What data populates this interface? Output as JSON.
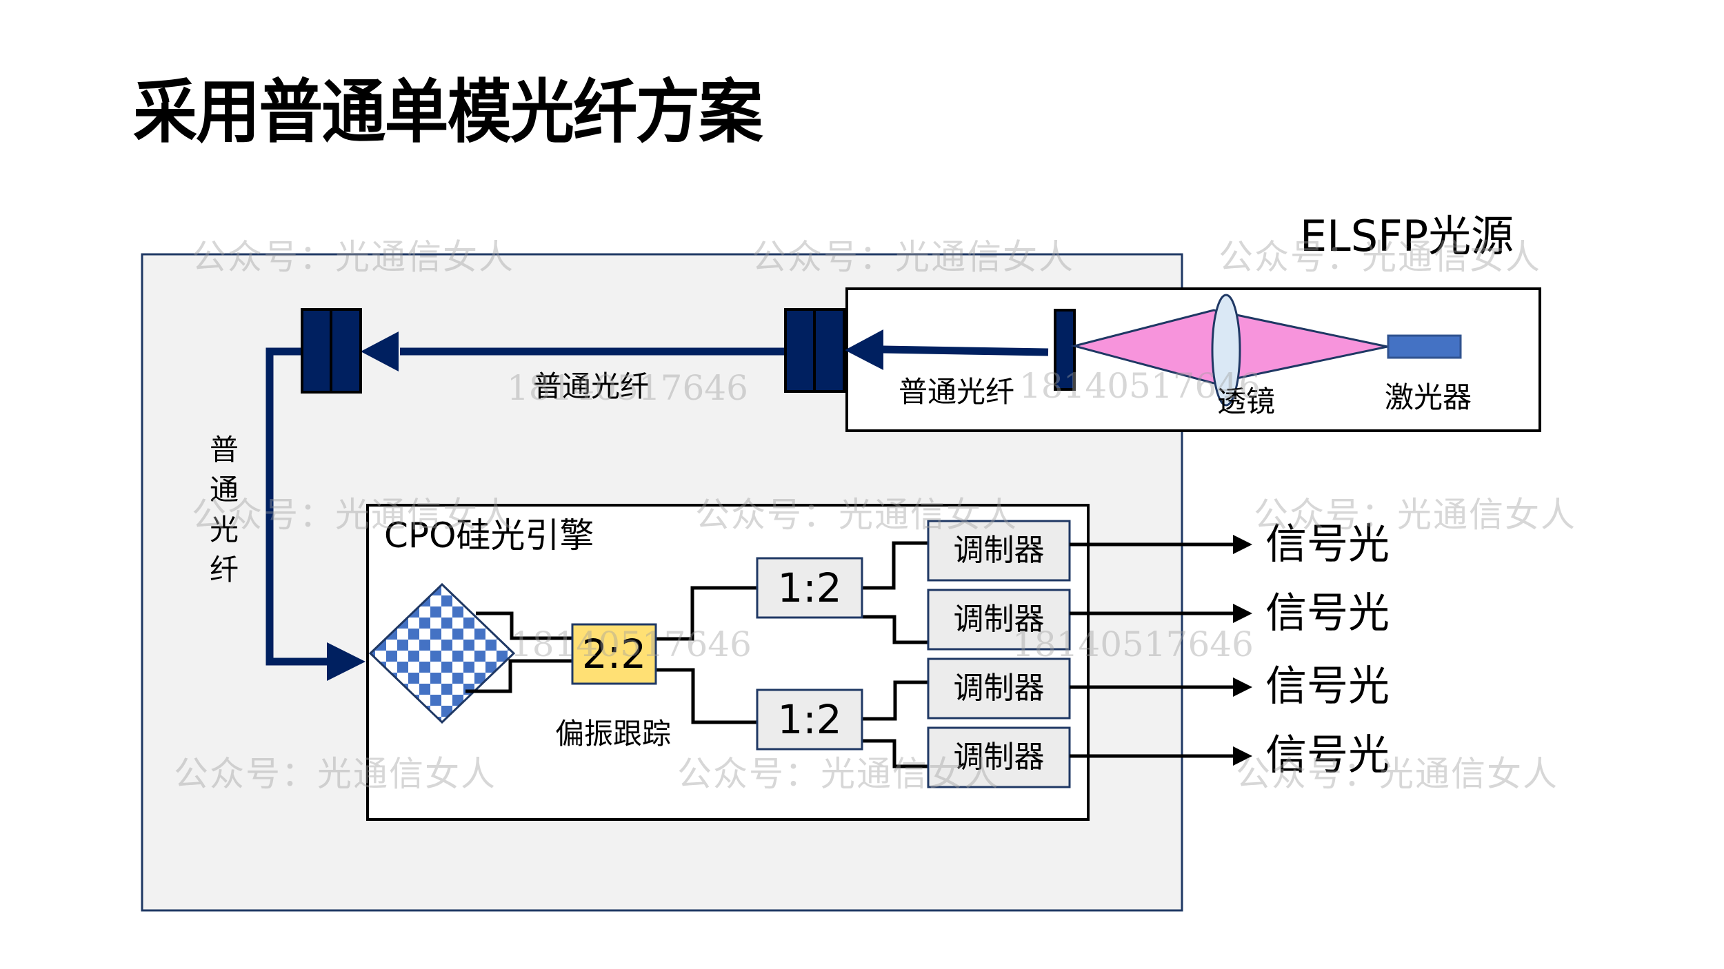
{
  "title": "采用普通单模光纤方案",
  "colors": {
    "panel_fill": "#f2f2f2",
    "panel_border": "#1f3864",
    "fiber": "#002060",
    "beam_pink": "#f794dc",
    "lens_fill": "#dae8f5",
    "laser_blue": "#4472c4",
    "splitter_22_fill": "#ffe074",
    "block_fill": "#ececec",
    "checker_blue": "#4472c4",
    "line_black": "#000000"
  },
  "elsfp": {
    "title": "ELSFP光源",
    "fiber_label": "普通光纤",
    "lens_label": "透镜",
    "laser_label": "激光器"
  },
  "link": {
    "horizontal_fiber_label": "普通光纤",
    "vertical_fiber_label": [
      "普",
      "通",
      "光",
      "纤"
    ]
  },
  "cpo": {
    "title": "CPO硅光引擎",
    "polarization_splitter": "2:2",
    "polarization_label": "偏振跟踪",
    "splitters": [
      "1:2",
      "1:2"
    ],
    "modulators": [
      "调制器",
      "调制器",
      "调制器",
      "调制器"
    ],
    "outputs": [
      "信号光",
      "信号光",
      "信号光",
      "信号光"
    ]
  },
  "watermarks": {
    "account": "公众号：光通信女人",
    "number": "18140517646"
  }
}
